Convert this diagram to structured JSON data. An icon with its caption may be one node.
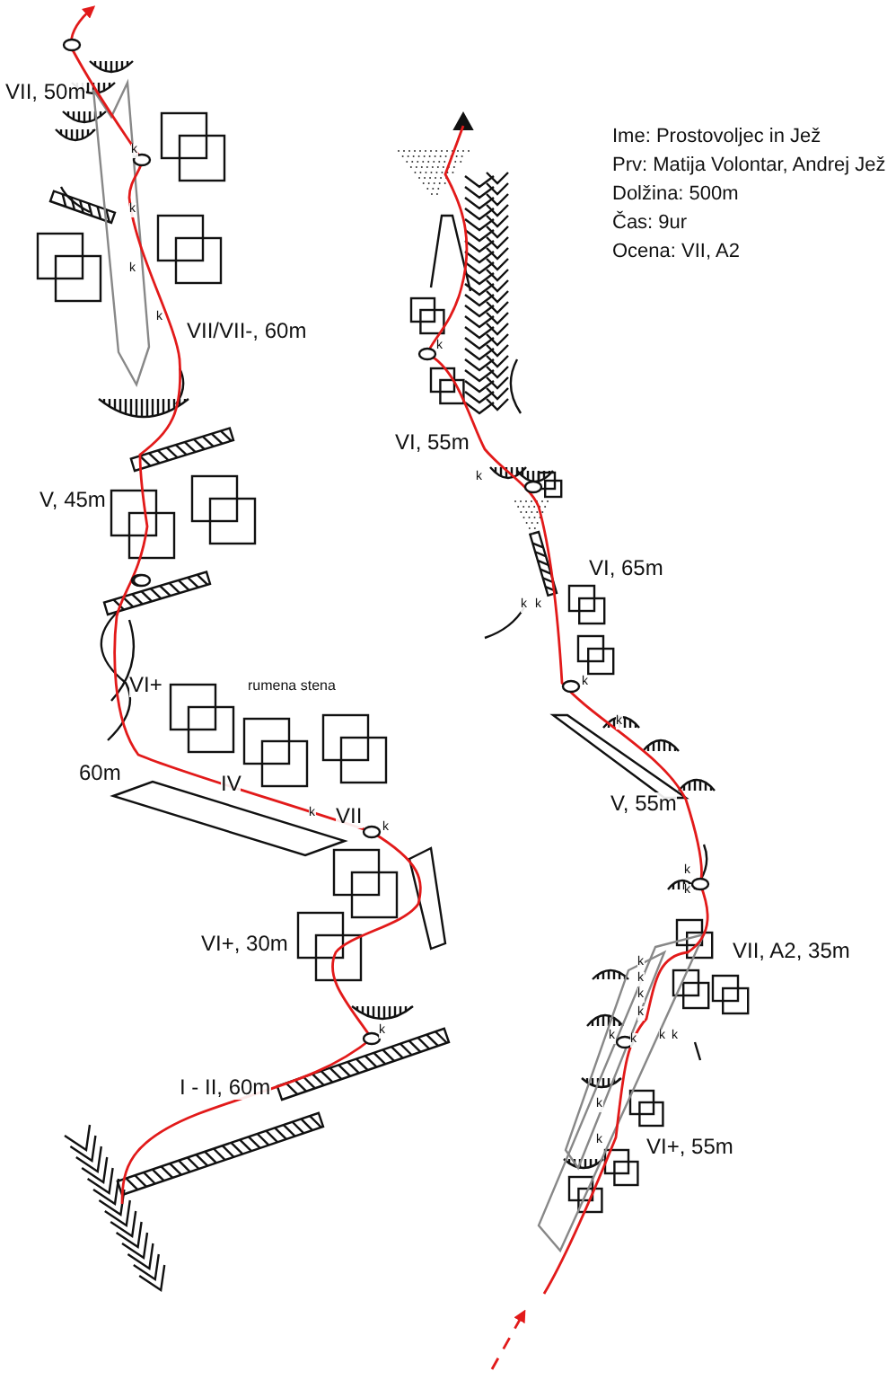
{
  "diagram": {
    "labels": [
      "Ime: Prostovoljec in Jež",
      "Prv: Matija Volontar, Andrej Jež",
      "Dolžina: 500m",
      "Čas: 9ur",
      "Ocena: VII, A2",
      "VII, 50m",
      "VII/VII-, 60m",
      "VI, 55m",
      "V, 45m",
      "VI, 65m",
      "VI+",
      "rumena stena",
      "60m",
      "IV",
      "V, 55m",
      "VII",
      "VII, A2, 35m",
      "VI+, 30m",
      "I - II, 60m",
      "VI+, 55m",
      "k",
      "k",
      "k",
      "k",
      "k",
      "k",
      "k",
      "k",
      "k",
      "k",
      "k",
      "k",
      "k",
      "k",
      "k",
      "k",
      "k",
      "k",
      "k",
      "k",
      "k",
      "k",
      "k",
      "k",
      "k"
    ]
  }
}
